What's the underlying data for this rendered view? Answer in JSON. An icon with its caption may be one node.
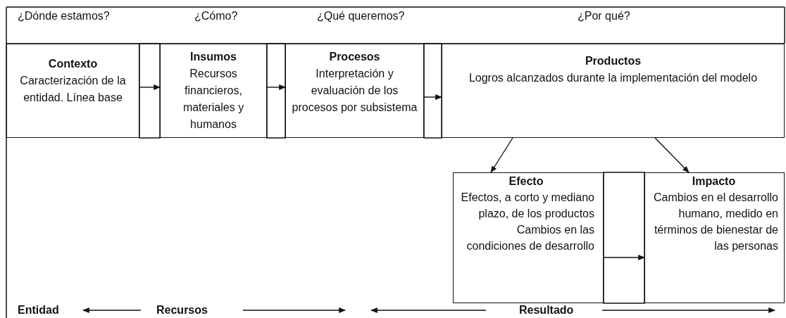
{
  "diagram": {
    "nodes": [
      {
        "text": [
          "Contexto",
          "Caracterización de la entidad. Línea base"
        ]
      },
      {
        "text": [
          "Insumos",
          "Recursos financieros, materiales y humanos"
        ]
      },
      {
        "text": [
          "Procesos",
          "Interpretación y evaluación de los procesos por subsistema"
        ]
      },
      {
        "text": [
          "Productos",
          "Logros alcanzados durante la implementación del modelo"
        ]
      },
      {
        "text": [
          "Efecto",
          "Efectos, a corto y mediano plazo, de los productos Cambios en las condiciones de desarrollo"
        ]
      },
      {
        "text": [
          "Impacto",
          "Cambios en el desarrollo humano, medido en términos de bienestar de las personas"
        ]
      }
    ],
    "edges": [
      {
        "from": 0,
        "to": 1,
        "arrow": "to"
      },
      {
        "from": 1,
        "to": 2,
        "arrow": "to"
      },
      {
        "from": 2,
        "to": 3,
        "arrow": "to"
      },
      {
        "from": 3,
        "to": 4,
        "arrow": "to"
      },
      {
        "from": 3,
        "to": 5,
        "arrow": "to"
      },
      {
        "from": 4,
        "to": 5,
        "arrow": "to"
      }
    ],
    "labels": [
      "¿Dónde estamos?",
      "¿Cómo?",
      "¿Qué queremos?",
      "¿Por qué?",
      "Entidad",
      "Recursos",
      "Resultado"
    ]
  }
}
